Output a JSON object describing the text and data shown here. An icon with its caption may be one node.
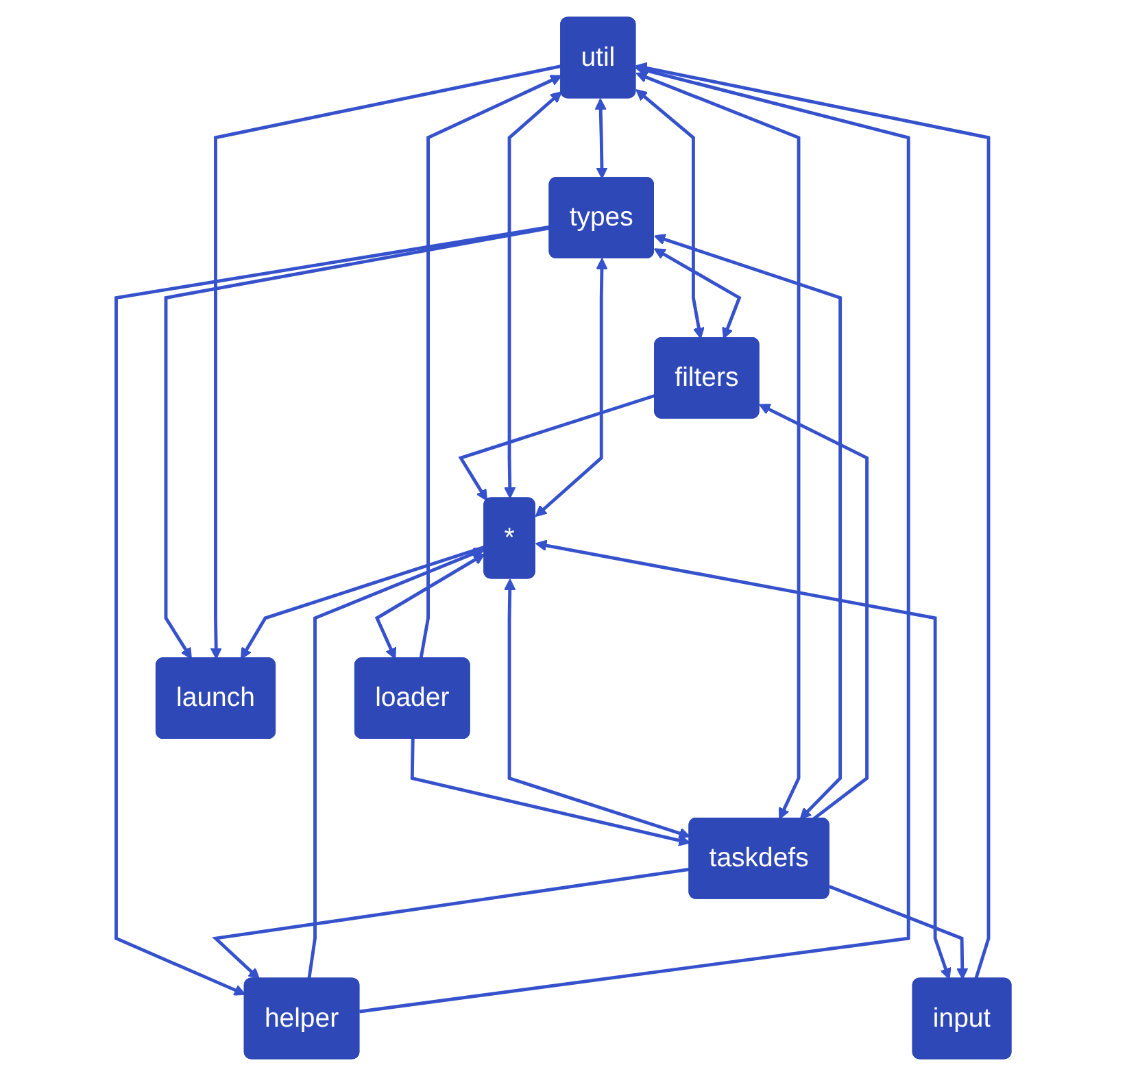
{
  "diagram": {
    "nodes": [
      {
        "text": [
          "util"
        ]
      },
      {
        "text": [
          "*"
        ]
      },
      {
        "text": [
          "types"
        ]
      },
      {
        "text": [
          "loader"
        ]
      },
      {
        "text": [
          "launch"
        ]
      },
      {
        "text": [
          "input"
        ]
      },
      {
        "text": [
          "taskdefs"
        ]
      },
      {
        "text": [
          "helper"
        ]
      },
      {
        "text": [
          "filters"
        ]
      }
    ],
    "edges": [
      {
        "from": 1,
        "to": 0,
        "arrow": "both"
      },
      {
        "from": 0,
        "to": 2,
        "arrow": "both"
      },
      {
        "from": 1,
        "to": 2,
        "arrow": "both"
      },
      {
        "from": 1,
        "to": 3,
        "arrow": "both"
      },
      {
        "from": 2,
        "to": 4,
        "arrow": "to"
      },
      {
        "from": 0,
        "to": 4,
        "arrow": "to"
      },
      {
        "from": 1,
        "to": 4,
        "arrow": "to"
      },
      {
        "from": 3,
        "to": 0,
        "arrow": "to"
      },
      {
        "from": 3,
        "to": 6,
        "arrow": "to"
      },
      {
        "from": 1,
        "to": 5,
        "arrow": "both"
      },
      {
        "from": 7,
        "to": 1,
        "arrow": "to"
      },
      {
        "from": 8,
        "to": 1,
        "arrow": "to"
      },
      {
        "from": 1,
        "to": 6,
        "arrow": "both"
      },
      {
        "from": 5,
        "to": 0,
        "arrow": "to"
      },
      {
        "from": 7,
        "to": 0,
        "arrow": "to"
      },
      {
        "from": 0,
        "to": 8,
        "arrow": "both"
      },
      {
        "from": 0,
        "to": 6,
        "arrow": "both"
      },
      {
        "from": 2,
        "to": 8,
        "arrow": "both"
      },
      {
        "from": 2,
        "to": 6,
        "arrow": "both"
      },
      {
        "from": 2,
        "to": 7,
        "arrow": "to"
      },
      {
        "from": 6,
        "to": 5,
        "arrow": "to"
      },
      {
        "from": 6,
        "to": 7,
        "arrow": "to"
      },
      {
        "from": 6,
        "to": 8,
        "arrow": "to"
      }
    ]
  }
}
